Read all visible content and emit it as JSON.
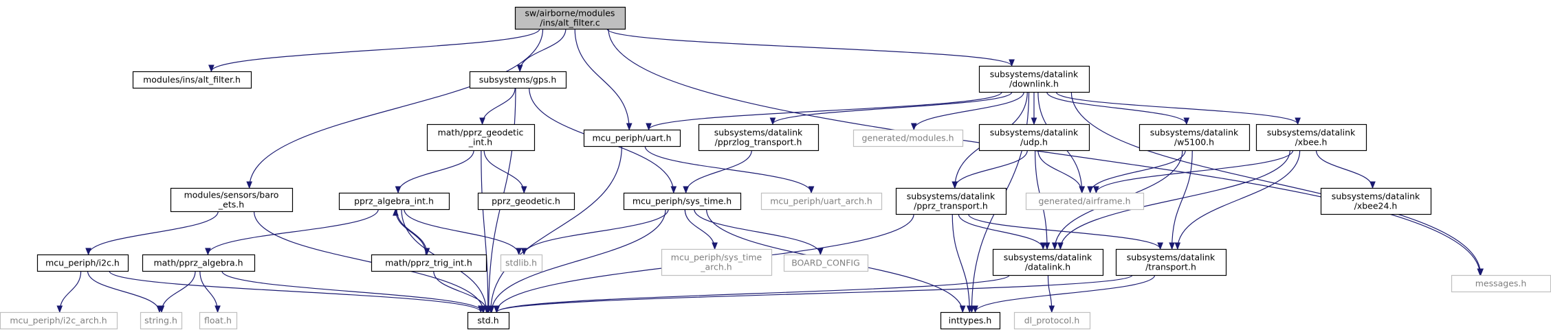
{
  "nodes": {
    "root": {
      "lines": [
        "sw/airborne/modules",
        "/ins/alt_filter.c"
      ],
      "style": "root"
    },
    "mod_alt_filter_h": {
      "lines": [
        "modules/ins/alt_filter.h"
      ],
      "style": "normal"
    },
    "gps_h": {
      "lines": [
        "subsystems/gps.h"
      ],
      "style": "normal"
    },
    "baro_ets_h": {
      "lines": [
        "modules/sensors/baro",
        "_ets.h"
      ],
      "style": "normal"
    },
    "uart_h": {
      "lines": [
        "mcu_periph/uart.h"
      ],
      "style": "normal"
    },
    "downlink_h": {
      "lines": [
        "subsystems/datalink",
        "/downlink.h"
      ],
      "style": "normal"
    },
    "messages_h": {
      "lines": [
        "messages.h"
      ],
      "style": "missing"
    },
    "pprz_geodetic_int_h": {
      "lines": [
        "math/pprz_geodetic",
        "_int.h"
      ],
      "style": "normal"
    },
    "pprzlog_transport_h": {
      "lines": [
        "subsystems/datalink",
        "/pprzlog_transport.h"
      ],
      "style": "normal"
    },
    "generated_modules_h": {
      "lines": [
        "generated/modules.h"
      ],
      "style": "missing"
    },
    "udp_h": {
      "lines": [
        "subsystems/datalink",
        "/udp.h"
      ],
      "style": "normal"
    },
    "w5100_h": {
      "lines": [
        "subsystems/datalink",
        "/w5100.h"
      ],
      "style": "normal"
    },
    "xbee_h": {
      "lines": [
        "subsystems/datalink",
        "/xbee.h"
      ],
      "style": "normal"
    },
    "pprz_algebra_int_h": {
      "lines": [
        "pprz_algebra_int.h"
      ],
      "style": "normal"
    },
    "pprz_geodetic_h": {
      "lines": [
        "pprz_geodetic.h"
      ],
      "style": "normal"
    },
    "sys_time_h": {
      "lines": [
        "mcu_periph/sys_time.h"
      ],
      "style": "normal"
    },
    "uart_arch_h": {
      "lines": [
        "mcu_periph/uart_arch.h"
      ],
      "style": "missing"
    },
    "pprz_transport_h": {
      "lines": [
        "subsystems/datalink",
        "/pprz_transport.h"
      ],
      "style": "normal"
    },
    "airframe_h": {
      "lines": [
        "generated/airframe.h"
      ],
      "style": "missing"
    },
    "xbee24_h": {
      "lines": [
        "subsystems/datalink",
        "/xbee24.h"
      ],
      "style": "normal"
    },
    "i2c_h": {
      "lines": [
        "mcu_periph/i2c.h"
      ],
      "style": "normal"
    },
    "pprz_algebra_h": {
      "lines": [
        "math/pprz_algebra.h"
      ],
      "style": "normal"
    },
    "pprz_trig_int_h": {
      "lines": [
        "math/pprz_trig_int.h"
      ],
      "style": "normal"
    },
    "stdlib_h": {
      "lines": [
        "stdlib.h"
      ],
      "style": "missing"
    },
    "sys_time_arch_h": {
      "lines": [
        "mcu_periph/sys_time",
        "_arch.h"
      ],
      "style": "missing"
    },
    "board_config": {
      "lines": [
        "BOARD_CONFIG"
      ],
      "style": "missing"
    },
    "datalink_h": {
      "lines": [
        "subsystems/datalink",
        "/datalink.h"
      ],
      "style": "normal"
    },
    "transport_h": {
      "lines": [
        "subsystems/datalink",
        "/transport.h"
      ],
      "style": "normal"
    },
    "i2c_arch_h": {
      "lines": [
        "mcu_periph/i2c_arch.h"
      ],
      "style": "missing"
    },
    "string_h": {
      "lines": [
        "string.h"
      ],
      "style": "missing"
    },
    "float_h": {
      "lines": [
        "float.h"
      ],
      "style": "missing"
    },
    "std_h": {
      "lines": [
        "std.h"
      ],
      "style": "normal"
    },
    "inttypes_h": {
      "lines": [
        "inttypes.h"
      ],
      "style": "normal"
    },
    "dl_protocol_h": {
      "lines": [
        "dl_protocol.h"
      ],
      "style": "missing"
    }
  },
  "edges": [
    [
      "root",
      "mod_alt_filter_h"
    ],
    [
      "root",
      "gps_h"
    ],
    [
      "root",
      "baro_ets_h"
    ],
    [
      "root",
      "uart_h"
    ],
    [
      "root",
      "downlink_h"
    ],
    [
      "root",
      "messages_h"
    ],
    [
      "gps_h",
      "pprz_geodetic_int_h"
    ],
    [
      "gps_h",
      "std_h"
    ],
    [
      "gps_h",
      "sys_time_h"
    ],
    [
      "pprz_geodetic_int_h",
      "pprz_algebra_int_h"
    ],
    [
      "pprz_geodetic_int_h",
      "pprz_geodetic_h"
    ],
    [
      "pprz_geodetic_int_h",
      "std_h"
    ],
    [
      "pprz_algebra_int_h",
      "pprz_algebra_h"
    ],
    [
      "pprz_algebra_int_h",
      "pprz_trig_int_h"
    ],
    [
      "pprz_algebra_int_h",
      "stdlib_h"
    ],
    [
      "pprz_algebra_int_h",
      "std_h"
    ],
    [
      "pprz_trig_int_h",
      "pprz_algebra_int_h"
    ],
    [
      "pprz_trig_int_h",
      "std_h"
    ],
    [
      "pprz_algebra_h",
      "string_h"
    ],
    [
      "pprz_algebra_h",
      "float_h"
    ],
    [
      "pprz_algebra_h",
      "std_h"
    ],
    [
      "baro_ets_h",
      "i2c_h"
    ],
    [
      "baro_ets_h",
      "std_h"
    ],
    [
      "i2c_h",
      "i2c_arch_h"
    ],
    [
      "i2c_h",
      "string_h"
    ],
    [
      "i2c_h",
      "std_h"
    ],
    [
      "uart_h",
      "uart_arch_h"
    ],
    [
      "uart_h",
      "std_h"
    ],
    [
      "sys_time_h",
      "stdlib_h"
    ],
    [
      "sys_time_h",
      "sys_time_arch_h"
    ],
    [
      "sys_time_h",
      "board_config"
    ],
    [
      "sys_time_h",
      "std_h"
    ],
    [
      "sys_time_h",
      "inttypes_h"
    ],
    [
      "downlink_h",
      "uart_h"
    ],
    [
      "downlink_h",
      "pprzlog_transport_h"
    ],
    [
      "downlink_h",
      "generated_modules_h"
    ],
    [
      "downlink_h",
      "pprz_transport_h"
    ],
    [
      "downlink_h",
      "udp_h"
    ],
    [
      "downlink_h",
      "airframe_h"
    ],
    [
      "downlink_h",
      "w5100_h"
    ],
    [
      "downlink_h",
      "xbee_h"
    ],
    [
      "downlink_h",
      "messages_h"
    ],
    [
      "downlink_h",
      "inttypes_h"
    ],
    [
      "pprzlog_transport_h",
      "sys_time_h"
    ],
    [
      "pprz_transport_h",
      "datalink_h"
    ],
    [
      "pprz_transport_h",
      "transport_h"
    ],
    [
      "pprz_transport_h",
      "std_h"
    ],
    [
      "pprz_transport_h",
      "inttypes_h"
    ],
    [
      "udp_h",
      "pprz_transport_h"
    ],
    [
      "udp_h",
      "airframe_h"
    ],
    [
      "udp_h",
      "datalink_h"
    ],
    [
      "w5100_h",
      "airframe_h"
    ],
    [
      "w5100_h",
      "datalink_h"
    ],
    [
      "w5100_h",
      "transport_h"
    ],
    [
      "xbee_h",
      "airframe_h"
    ],
    [
      "xbee_h",
      "xbee24_h"
    ],
    [
      "xbee_h",
      "datalink_h"
    ],
    [
      "xbee_h",
      "transport_h"
    ],
    [
      "datalink_h",
      "std_h"
    ],
    [
      "datalink_h",
      "dl_protocol_h"
    ],
    [
      "transport_h",
      "inttypes_h"
    ],
    [
      "transport_h",
      "std_h"
    ]
  ],
  "colors": {
    "edge": "#191970",
    "node_border": "#000000",
    "missing_border": "#bfbfbf",
    "missing_text": "#7f7f7f",
    "root_fill": "#bfbfbf",
    "fill": "#ffffff"
  }
}
